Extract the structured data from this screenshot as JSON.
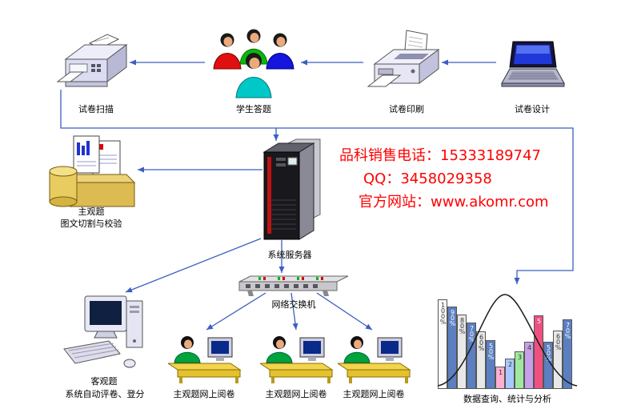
{
  "diagram": {
    "arrow_color": "#3a5fc0",
    "nodes": {
      "scan": {
        "label": "试卷扫描"
      },
      "students": {
        "label": "学生答题"
      },
      "print": {
        "label": "试卷印刷"
      },
      "design": {
        "label": "试卷设计"
      },
      "subjective": {
        "label1": "主观题",
        "label2": "图文切割与校验"
      },
      "server": {
        "label": "系统服务器"
      },
      "switch": {
        "label": "网络交换机"
      },
      "objective": {
        "label1": "客观题",
        "label2": "系统自动评卷、登分"
      },
      "marking1": {
        "label": "主观题网上阅卷"
      },
      "marking2": {
        "label": "主观题网上阅卷"
      },
      "marking3": {
        "label": "主观题网上阅卷"
      },
      "stats": {
        "label": "数据查询、统计与分析"
      }
    },
    "contact": {
      "phone": "品科销售电话：15333189747",
      "qq": "QQ：3458029358",
      "website": "官方网站：www.akomr.com",
      "color": "#ff0000"
    }
  },
  "chart_data": {
    "type": "bar",
    "title": "数据查询、统计与分析",
    "overlay": "normal-distribution-curve",
    "axes_visible": false,
    "legend": "none",
    "bars": [
      {
        "label": "100%",
        "value": 95,
        "color": "#fbfbfb",
        "text": "#333333"
      },
      {
        "label": "90%",
        "value": 87,
        "color": "#5b7fc0",
        "text": "#ffffff"
      },
      {
        "label": "80%",
        "value": 79,
        "color": "#e8e8e8",
        "text": "#333333"
      },
      {
        "label": "70%",
        "value": 70,
        "color": "#5b7fc0",
        "text": "#ffffff"
      },
      {
        "label": "60%",
        "value": 61,
        "color": "#e8e8e8",
        "text": "#333333"
      },
      {
        "label": "50%",
        "value": 52,
        "color": "#5b7fc0",
        "text": "#ffffff"
      },
      {
        "label": "1",
        "value": 24,
        "color": "#ffb0d0",
        "text": "#333333"
      },
      {
        "label": "2",
        "value": 32,
        "color": "#a8c8ff",
        "text": "#333333"
      },
      {
        "label": "3",
        "value": 40,
        "color": "#a0e8a0",
        "text": "#333333"
      },
      {
        "label": "4",
        "value": 50,
        "color": "#c8a0e8",
        "text": "#333333"
      },
      {
        "label": "5",
        "value": 78,
        "color": "#f05080",
        "text": "#ffffff"
      },
      {
        "label": "50%",
        "value": 50,
        "color": "#5b7fc0",
        "text": "#ffffff"
      },
      {
        "label": "60%",
        "value": 62,
        "color": "#e8e8e8",
        "text": "#333333"
      },
      {
        "label": "70%",
        "value": 74,
        "color": "#5b7fc0",
        "text": "#ffffff"
      }
    ]
  }
}
